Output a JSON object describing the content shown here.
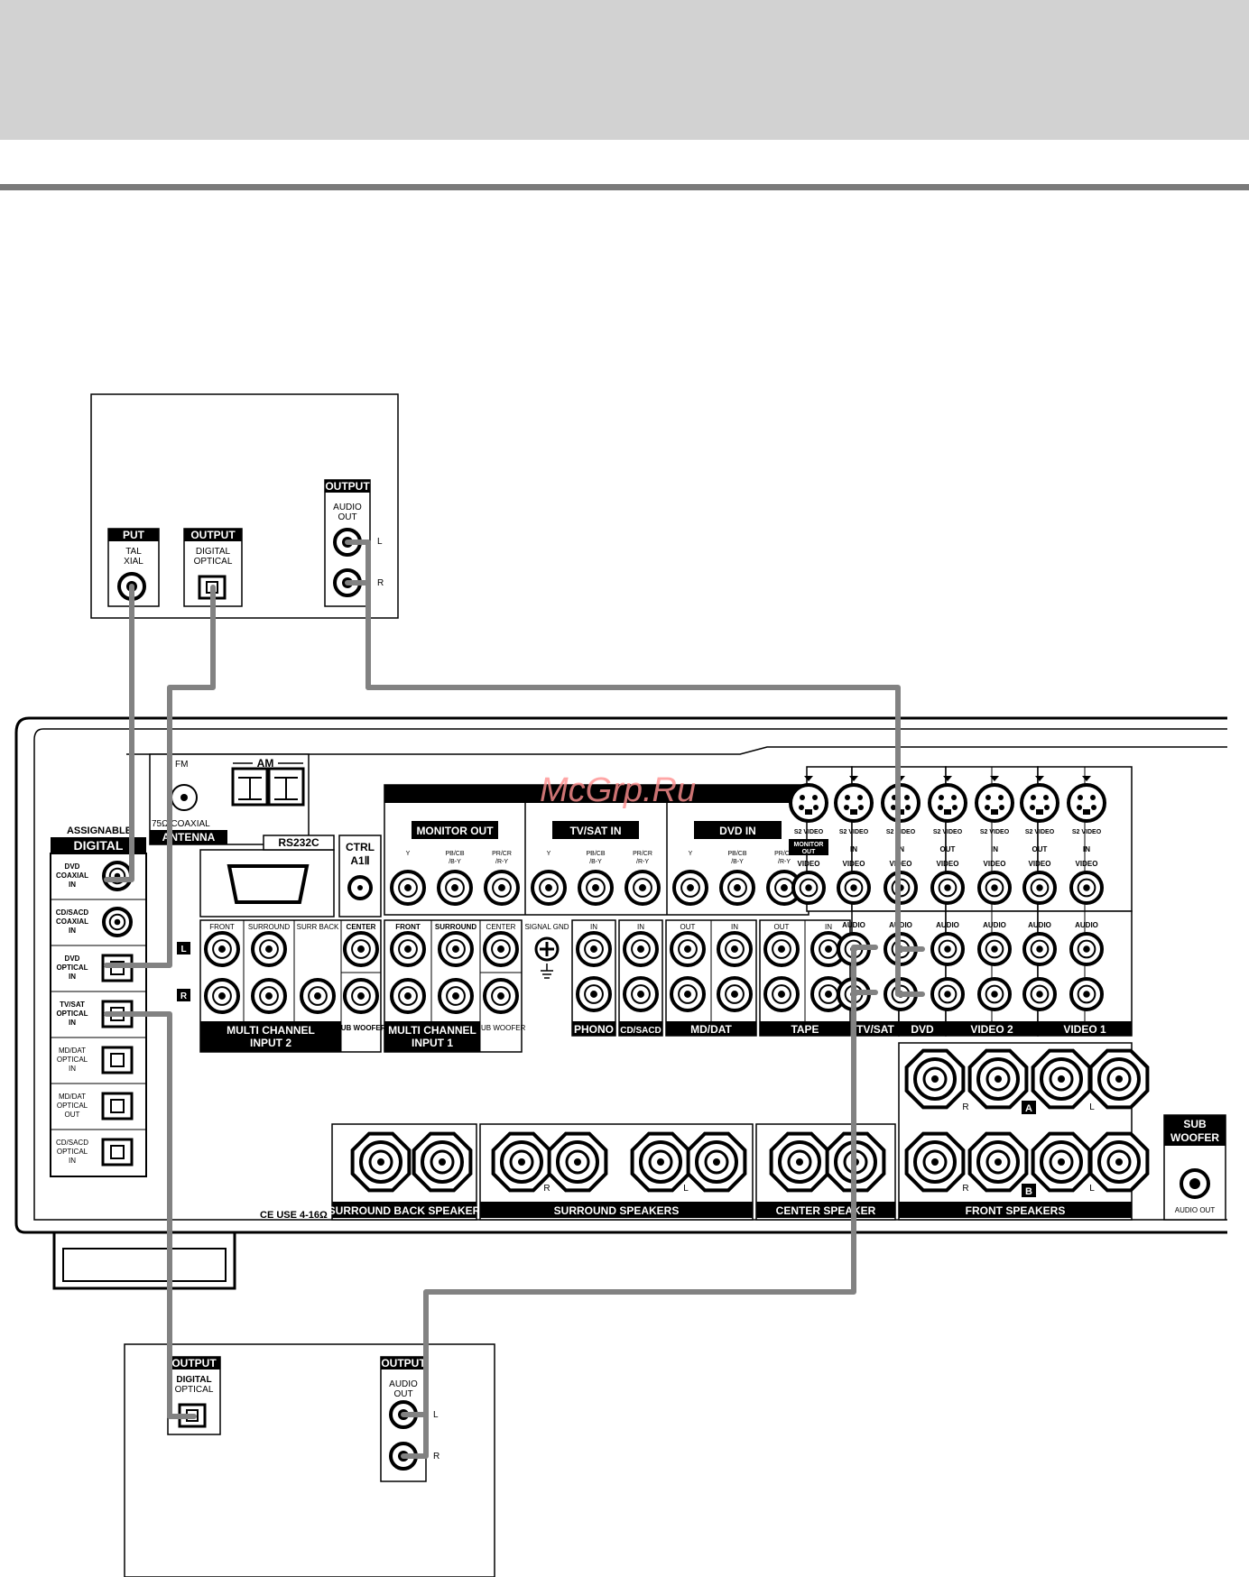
{
  "header": {
    "band_color": "#d2d2d2",
    "rule_color": "#7a7a7a"
  },
  "watermark": "McGrp.Ru",
  "top_device": {
    "coaxial": {
      "header": "PUT",
      "line1": "TAL",
      "line2": "XIAL"
    },
    "optical": {
      "header": "OUTPUT",
      "line1": "DIGITAL",
      "line2": "OPTICAL"
    },
    "audio": {
      "header": "OUTPUT",
      "line1": "AUDIO",
      "line2": "OUT",
      "l": "L",
      "r": "R"
    }
  },
  "bottom_device": {
    "optical": {
      "header": "OUTPUT",
      "line1": "DIGITAL",
      "line2": "OPTICAL"
    },
    "audio": {
      "header": "OUTPUT",
      "line1": "AUDIO",
      "line2": "OUT",
      "l": "L",
      "r": "R"
    }
  },
  "receiver": {
    "antenna": {
      "fm": "FM",
      "am": "AM",
      "coaxial": "75Ω COAXIAL",
      "title": "ANTENNA"
    },
    "rs232c": "RS232C",
    "ctrl": {
      "line1": "CTRL",
      "line2": "A1Ⅱ"
    },
    "digital": {
      "assignable": "ASSIGNABLE",
      "title": "DIGITAL",
      "inputs": [
        {
          "line1": "DVD",
          "line2": "COAXIAL",
          "line3": "IN"
        },
        {
          "line1": "CD/SACD",
          "line2": "COAXIAL",
          "line3": "IN"
        },
        {
          "line1": "DVD",
          "line2": "OPTICAL",
          "line3": "IN"
        },
        {
          "line1": "TV/SAT",
          "line2": "OPTICAL",
          "line3": "IN"
        },
        {
          "line1": "MD/DAT",
          "line2": "OPTICAL",
          "line3": "IN"
        },
        {
          "line1": "MD/DAT",
          "line2": "OPTICAL",
          "line3": "OUT"
        },
        {
          "line1": "CD/SACD",
          "line2": "OPTICAL",
          "line3": "IN"
        }
      ]
    },
    "lr": {
      "l": "L",
      "r": "R"
    },
    "component": {
      "groups": [
        "MONITOR OUT",
        "TV/SAT IN",
        "DVD IN"
      ],
      "jacks": [
        "Y",
        "PB/CB /B-Y",
        "PR/CR /R-Y"
      ]
    },
    "multi2": {
      "front": "FRONT",
      "surround": "SURROUND",
      "surr_back": "SURR BACK",
      "center": "CENTER",
      "sub": "SUB WOOFER",
      "title1": "MULTI CHANNEL",
      "title2": "INPUT 2"
    },
    "multi1": {
      "front": "FRONT",
      "surround": "SURROUND",
      "center": "CENTER",
      "sub": "SUB WOOFER",
      "title1": "MULTI CHANNEL",
      "title2": "INPUT 1"
    },
    "signal_gnd": "SIGNAL GND",
    "phono": {
      "in": "IN",
      "title": "PHONO"
    },
    "cd": {
      "in": "IN",
      "title": "CD/SACD"
    },
    "mddat": {
      "out": "OUT",
      "in": "IN",
      "title": "MD/DAT"
    },
    "tape": {
      "out": "OUT",
      "in": "IN",
      "title": "TAPE"
    },
    "video_section": {
      "s2": "S2 VIDEO",
      "monitor_out": "MONITOR OUT",
      "video": "VIDEO",
      "audio": "AUDIO",
      "cols": [
        {
          "io": "",
          "title": ""
        },
        {
          "io": "IN",
          "title": "TV/SAT"
        },
        {
          "io": "IN",
          "title": "DVD"
        },
        {
          "io": "OUT",
          "title": "VIDEO 2"
        },
        {
          "io": "IN",
          "title": ""
        },
        {
          "io": "OUT",
          "title": "VIDEO 1"
        },
        {
          "io": "IN",
          "title": ""
        }
      ]
    },
    "speakers": {
      "surround_back": "SURROUND BACK SPEAKER",
      "surround": "SURROUND SPEAKERS",
      "center": "CENTER SPEAKER",
      "front": "FRONT SPEAKERS",
      "a": "A",
      "b": "B",
      "r": "R",
      "l": "L",
      "impedance": "CE USE 4-16Ω"
    },
    "subwoofer": {
      "line1": "SUB",
      "line2": "WOOFER",
      "out": "AUDIO OUT"
    }
  },
  "cable_color": "#828282"
}
